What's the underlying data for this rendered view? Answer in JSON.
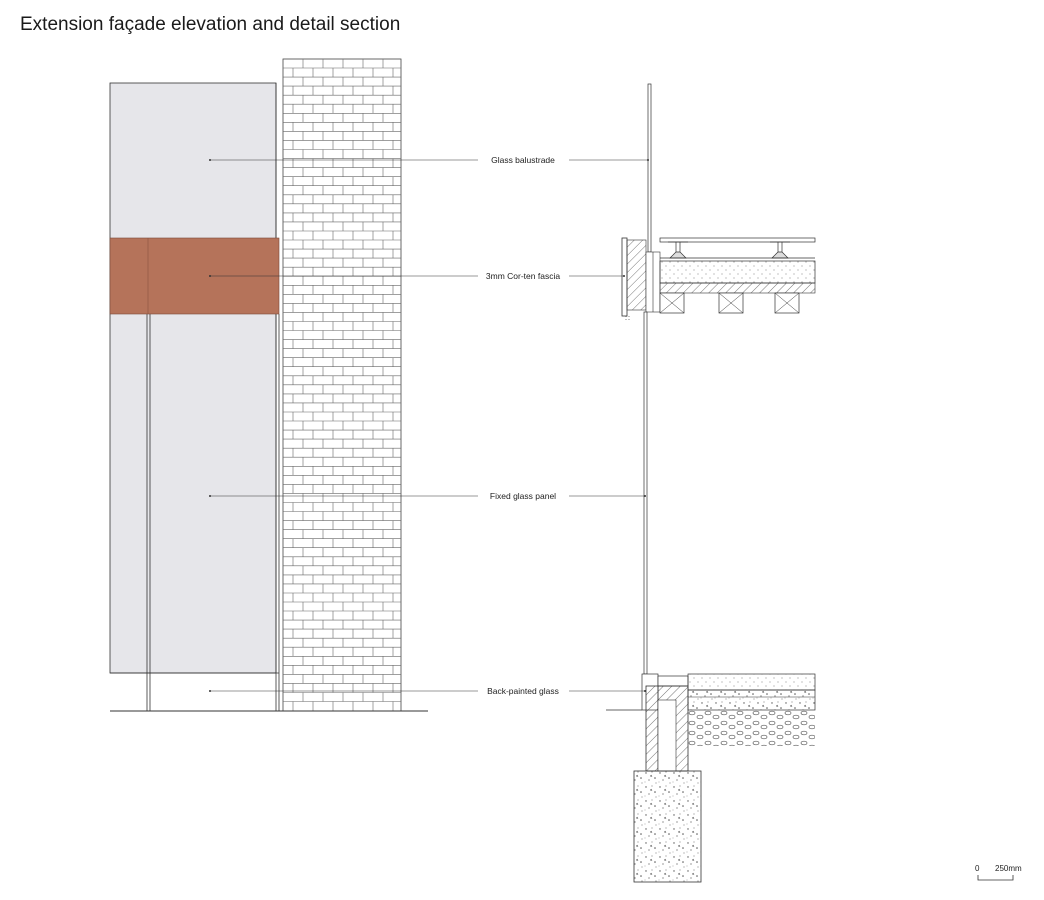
{
  "title": "Extension façade elevation and detail section",
  "labels": {
    "glass_balustrade": "Glass balustrade",
    "corten_fascia": "3mm Cor-ten fascia",
    "fixed_glass_panel": "Fixed glass panel",
    "back_painted_glass": "Back-painted glass"
  },
  "scale_bar": {
    "zero": "0",
    "length": "250mm"
  },
  "colors": {
    "glass_elevation": "#e6e6ea",
    "corten": "#b5735a",
    "line": "#333333",
    "brick_line": "#555555"
  }
}
